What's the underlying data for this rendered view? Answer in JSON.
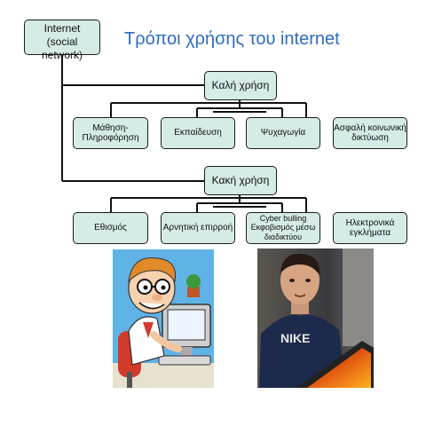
{
  "root": {
    "line1": "Internet",
    "line2": "(social network)"
  },
  "title": "Τρόποι χρήσης του internet",
  "good_use": {
    "label": "Καλή χρήση",
    "children": [
      "Μάθηση-Πληροφόρηση",
      "Εκπαίδευση",
      "Ψυχαγωγία",
      "Ασφαλή κοινωνική δικτύωση"
    ]
  },
  "bad_use": {
    "label": "Κακή χρήση",
    "children": [
      "Εθισμός",
      "Αρνητική επιρροή",
      "Cyber bulling Εκφοβισμός μέσω διαδικτύου",
      "Ηλεκτρονικά εγκλήματα"
    ]
  },
  "images": [
    "cartoon-computer-user",
    "boy-at-computer-photo"
  ],
  "colors": {
    "box_fill": "#d5ebe6",
    "title": "#2d6bc2"
  }
}
